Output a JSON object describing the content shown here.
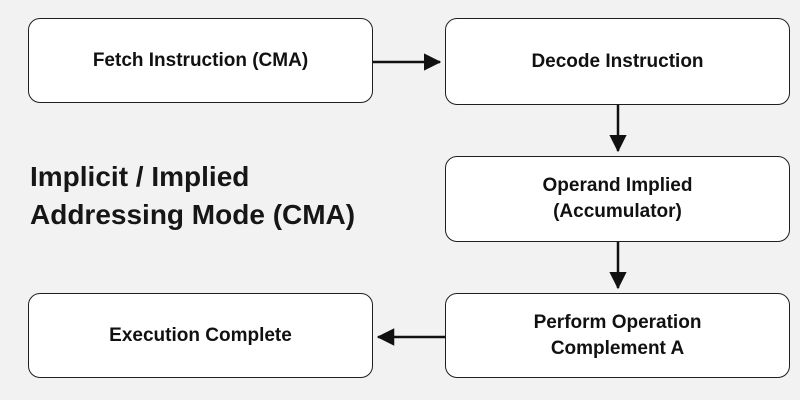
{
  "title": {
    "line1": "Implicit / Implied",
    "line2": "Addressing Mode (CMA)"
  },
  "nodes": [
    {
      "id": "fetch",
      "lines": [
        "Fetch Instruction (CMA)"
      ]
    },
    {
      "id": "decode",
      "lines": [
        "Decode Instruction"
      ]
    },
    {
      "id": "operand",
      "lines": [
        "Operand Implied",
        "(Accumulator)"
      ]
    },
    {
      "id": "perform",
      "lines": [
        "Perform Operation",
        "Complement A"
      ]
    },
    {
      "id": "execute",
      "lines": [
        "Execution Complete"
      ]
    }
  ],
  "edges": [
    {
      "from": "fetch",
      "to": "decode",
      "direction": "right"
    },
    {
      "from": "decode",
      "to": "operand",
      "direction": "down"
    },
    {
      "from": "operand",
      "to": "perform",
      "direction": "down"
    },
    {
      "from": "perform",
      "to": "execute",
      "direction": "left"
    }
  ],
  "colors": {
    "background": "#f2f2f2",
    "node_fill": "#ffffff",
    "node_border": "#1f1f1f",
    "arrow": "#111111",
    "text": "#111111"
  }
}
